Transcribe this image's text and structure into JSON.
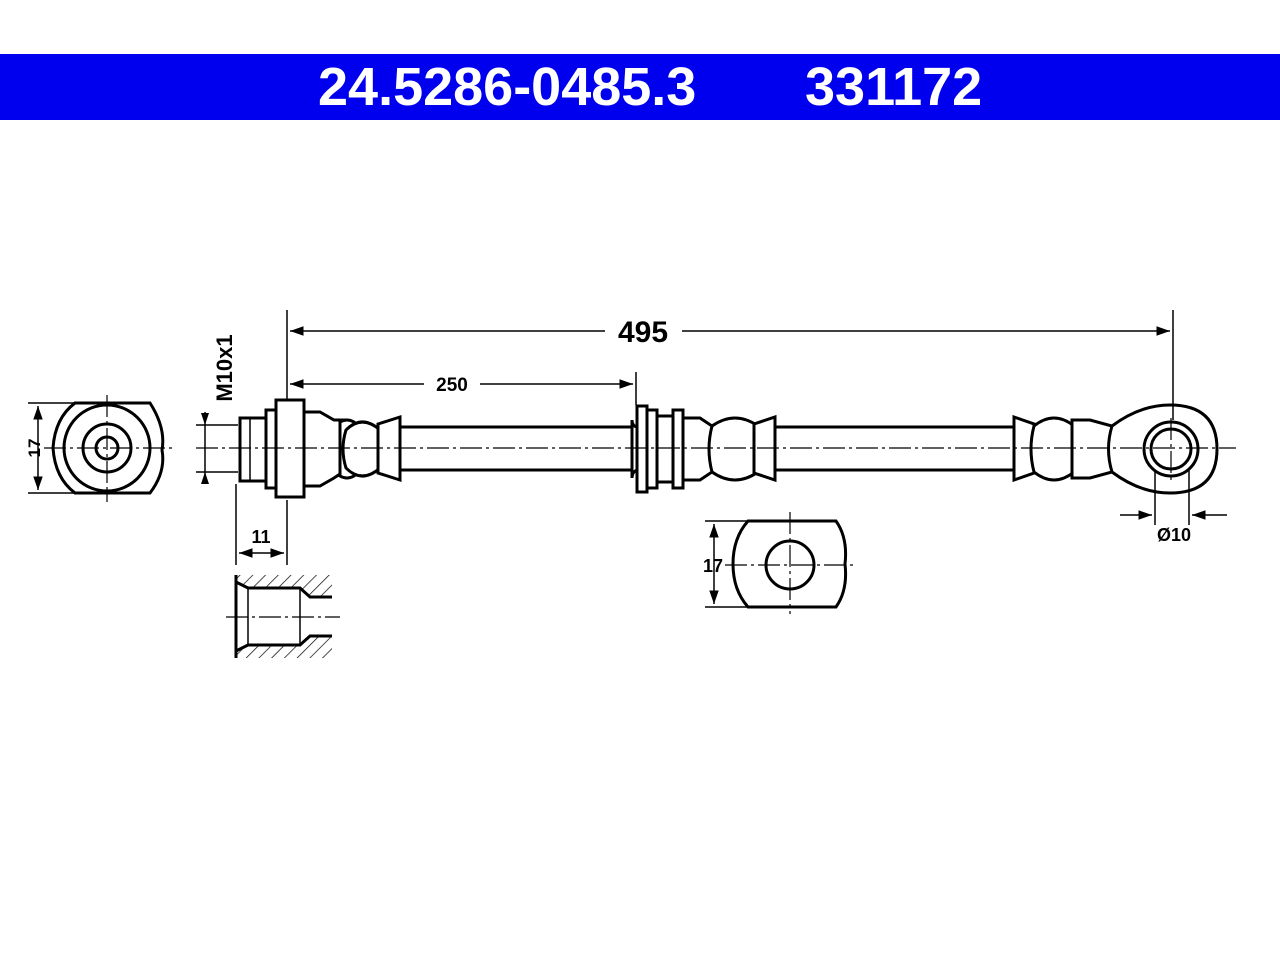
{
  "header": {
    "part_number": "24.5286-0485.3",
    "reference_number": "331172",
    "background_color": "#0000ee",
    "text_color": "#ffffff"
  },
  "dimensions": {
    "overall_length": "495",
    "mid_length": "250",
    "thread": "M10x1",
    "end_flat_width": "17",
    "thread_depth": "11",
    "eye_diameter": "Ø10",
    "bracket_width": "17"
  }
}
